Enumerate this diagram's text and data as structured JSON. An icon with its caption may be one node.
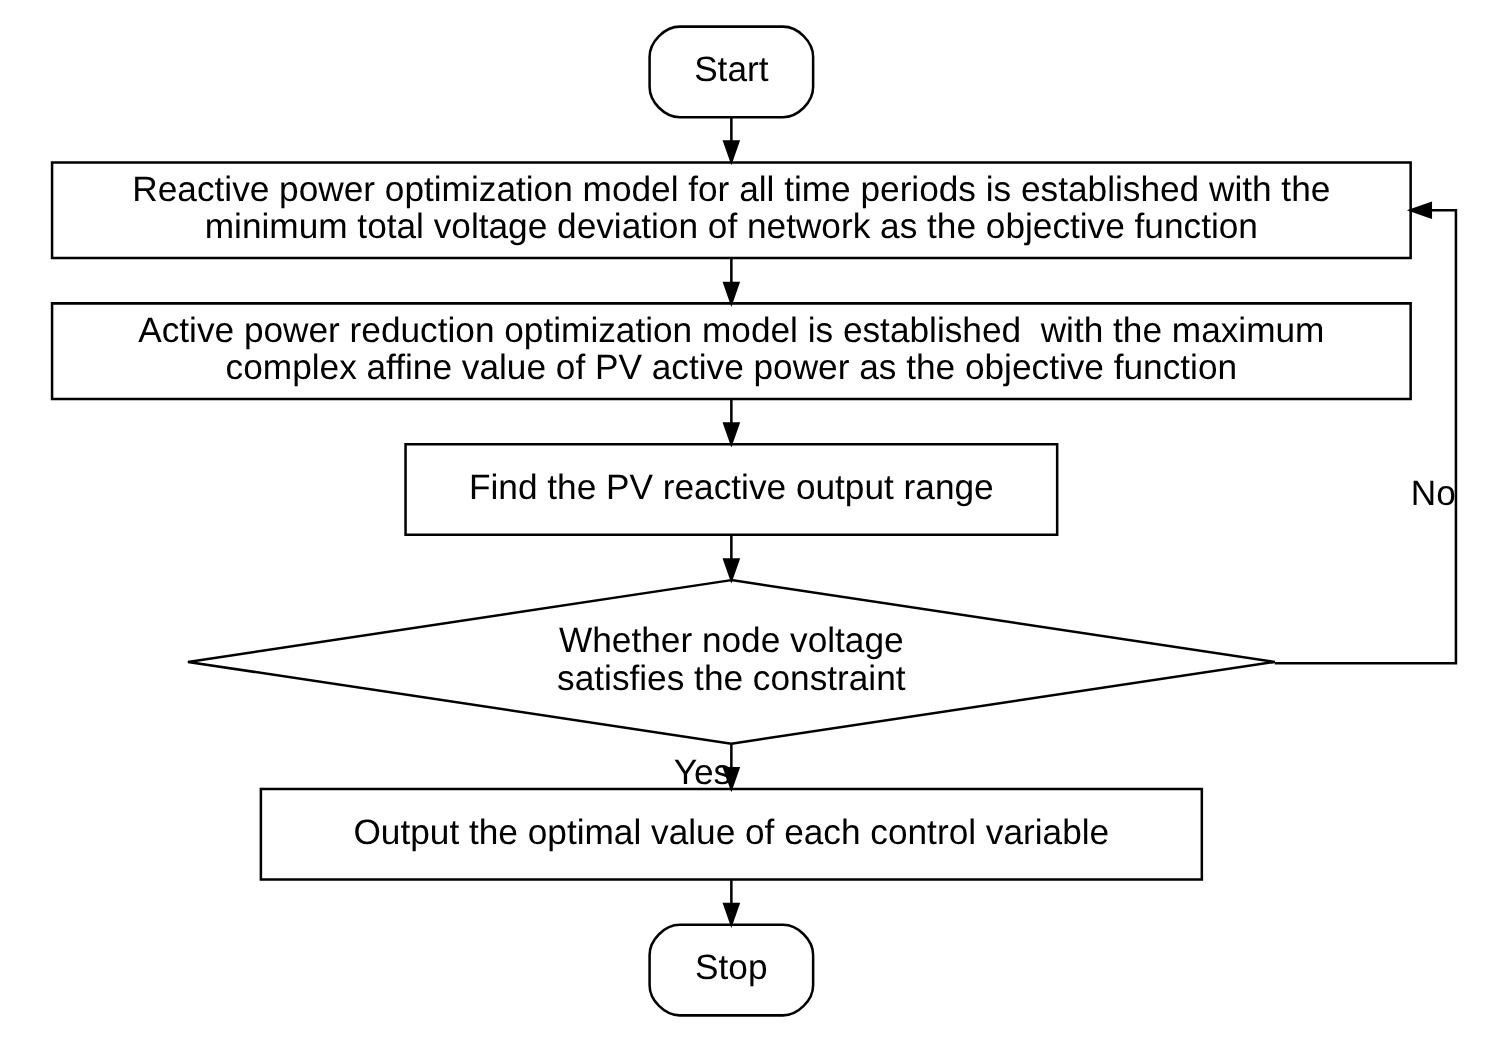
{
  "diagram": {
    "nodes": [
      {
        "text": [
          "Start"
        ]
      },
      {
        "text": [
          "Reactive power optimization model for all time periods is established with the minimum total voltage deviation of network as the objective function"
        ]
      },
      {
        "text": [
          "Active power reduction optimization model is established  with the maximum complex affine value of PV active power as the objective function"
        ]
      },
      {
        "text": [
          "Find the PV reactive output range"
        ]
      },
      {
        "text": [
          "Whether node voltage satisfies the constraint"
        ]
      },
      {
        "text": [
          "Output the optimal value of each control variable"
        ]
      },
      {
        "text": [
          "Stop"
        ]
      }
    ],
    "edges": [
      {
        "from": 0,
        "to": 1,
        "arrow": "to"
      },
      {
        "from": 1,
        "to": 2,
        "arrow": "to"
      },
      {
        "from": 2,
        "to": 3,
        "arrow": "to"
      },
      {
        "from": 3,
        "to": 4,
        "arrow": "to"
      },
      {
        "from": 4,
        "to": 5,
        "arrow": "to",
        "label": "Yes"
      },
      {
        "from": 4,
        "to": 1,
        "arrow": "to",
        "label": "No"
      },
      {
        "from": 5,
        "to": 6,
        "arrow": "to"
      }
    ]
  }
}
